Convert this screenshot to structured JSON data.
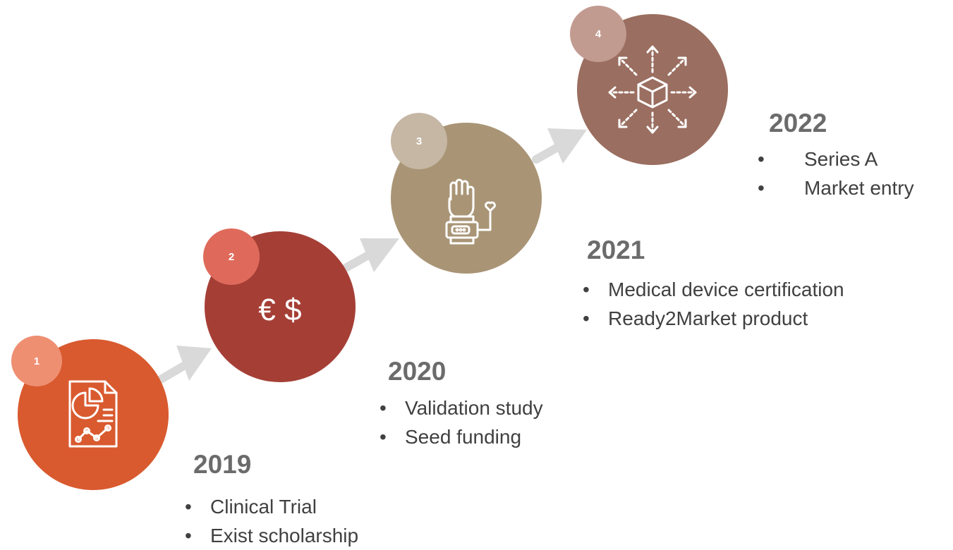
{
  "milestones": [
    {
      "step": "1",
      "year": "2019",
      "items": [
        "Clinical Trial",
        "Exist scholarship"
      ],
      "icon": "report-chart-icon"
    },
    {
      "step": "2",
      "year": "2020",
      "items": [
        "Validation study",
        "Seed funding"
      ],
      "icon_text": "€ $",
      "icon": "currency-icon"
    },
    {
      "step": "3",
      "year": "2021",
      "items": [
        "Medical device certification",
        "Ready2Market product"
      ],
      "icon": "wearable-heart-icon"
    },
    {
      "step": "4",
      "year": "2022",
      "items": [
        "Series A",
        "Market entry"
      ],
      "icon": "package-expansion-icon"
    }
  ],
  "colors": {
    "step1": "#d95a2f",
    "step1_badge": "#ee8f72",
    "step2": "#a53f36",
    "step2_badge": "#df6a5b",
    "step3": "#a99576",
    "step3_badge": "#c5b7a4",
    "step4": "#9a6e60",
    "step4_badge": "#c29b90",
    "connector": "#d9d9d9",
    "year_text": "#6b6b6b",
    "body_text": "#404040"
  }
}
